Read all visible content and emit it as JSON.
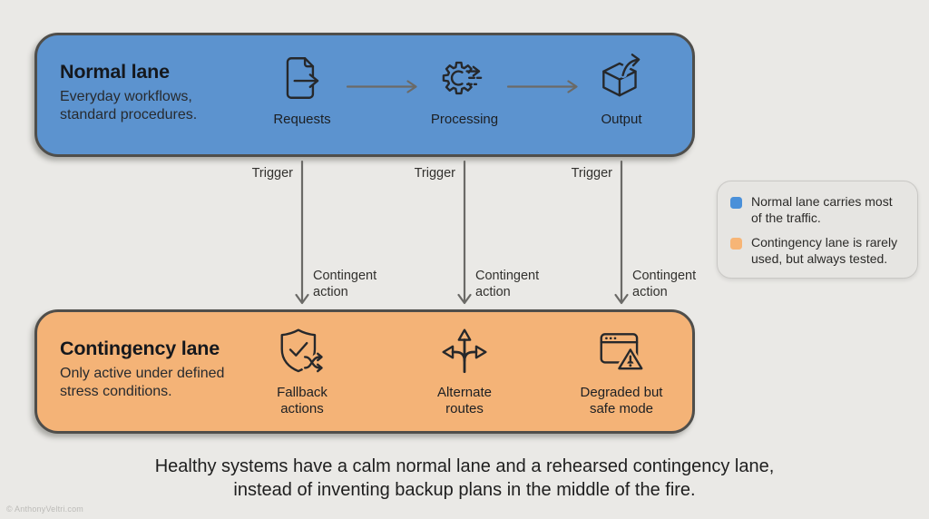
{
  "page": {
    "caption": {
      "line1": "Healthy systems have a calm normal lane and a rehearsed contingency lane,",
      "line2": "instead of inventing backup plans in the middle of the fire."
    },
    "watermark": "© AnthonyVeltri.com",
    "colors": {
      "background": "#eae9e6",
      "normal_lane": "#5c93cf",
      "contingency_lane": "#f4b377",
      "box_border": "#4f4e4b",
      "arrow": "#6b6a67"
    }
  },
  "normal_lane": {
    "title": "Normal lane",
    "subtitle_line1": "Everyday workflows,",
    "subtitle_line2": "standard procedures.",
    "color": "#5c93cf",
    "stations": [
      {
        "icon": "document-export-icon",
        "label": "Requests"
      },
      {
        "icon": "speeding-gear-icon",
        "label": "Processing"
      },
      {
        "icon": "box-export-icon",
        "label": "Output"
      }
    ]
  },
  "connectors": [
    {
      "trigger_label": "Trigger",
      "action_line1": "Contingent",
      "action_line2": "action"
    },
    {
      "trigger_label": "Trigger",
      "action_line1": "Contingent",
      "action_line2": "action"
    },
    {
      "trigger_label": "Trigger",
      "action_line1": "Contingent",
      "action_line2": "action"
    }
  ],
  "contingency_lane": {
    "title": "Contingency lane",
    "subtitle_line1": "Only active under defined",
    "subtitle_line2": "stress conditions.",
    "color": "#f4b377",
    "stations": [
      {
        "icon": "shield-fallback-icon",
        "label_line1": "Fallback",
        "label_line2": "actions"
      },
      {
        "icon": "branching-arrows-icon",
        "label_line1": "Alternate",
        "label_line2": "routes"
      },
      {
        "icon": "window-warning-icon",
        "label_line1": "Degraded but",
        "label_line2": "safe mode"
      }
    ]
  },
  "legend": {
    "items": [
      {
        "swatch_color": "#4a90d9",
        "text": "Normal lane carries most of the traffic."
      },
      {
        "swatch_color": "#f7b576",
        "text": "Contingency lane is rarely used, but always tested."
      }
    ]
  }
}
